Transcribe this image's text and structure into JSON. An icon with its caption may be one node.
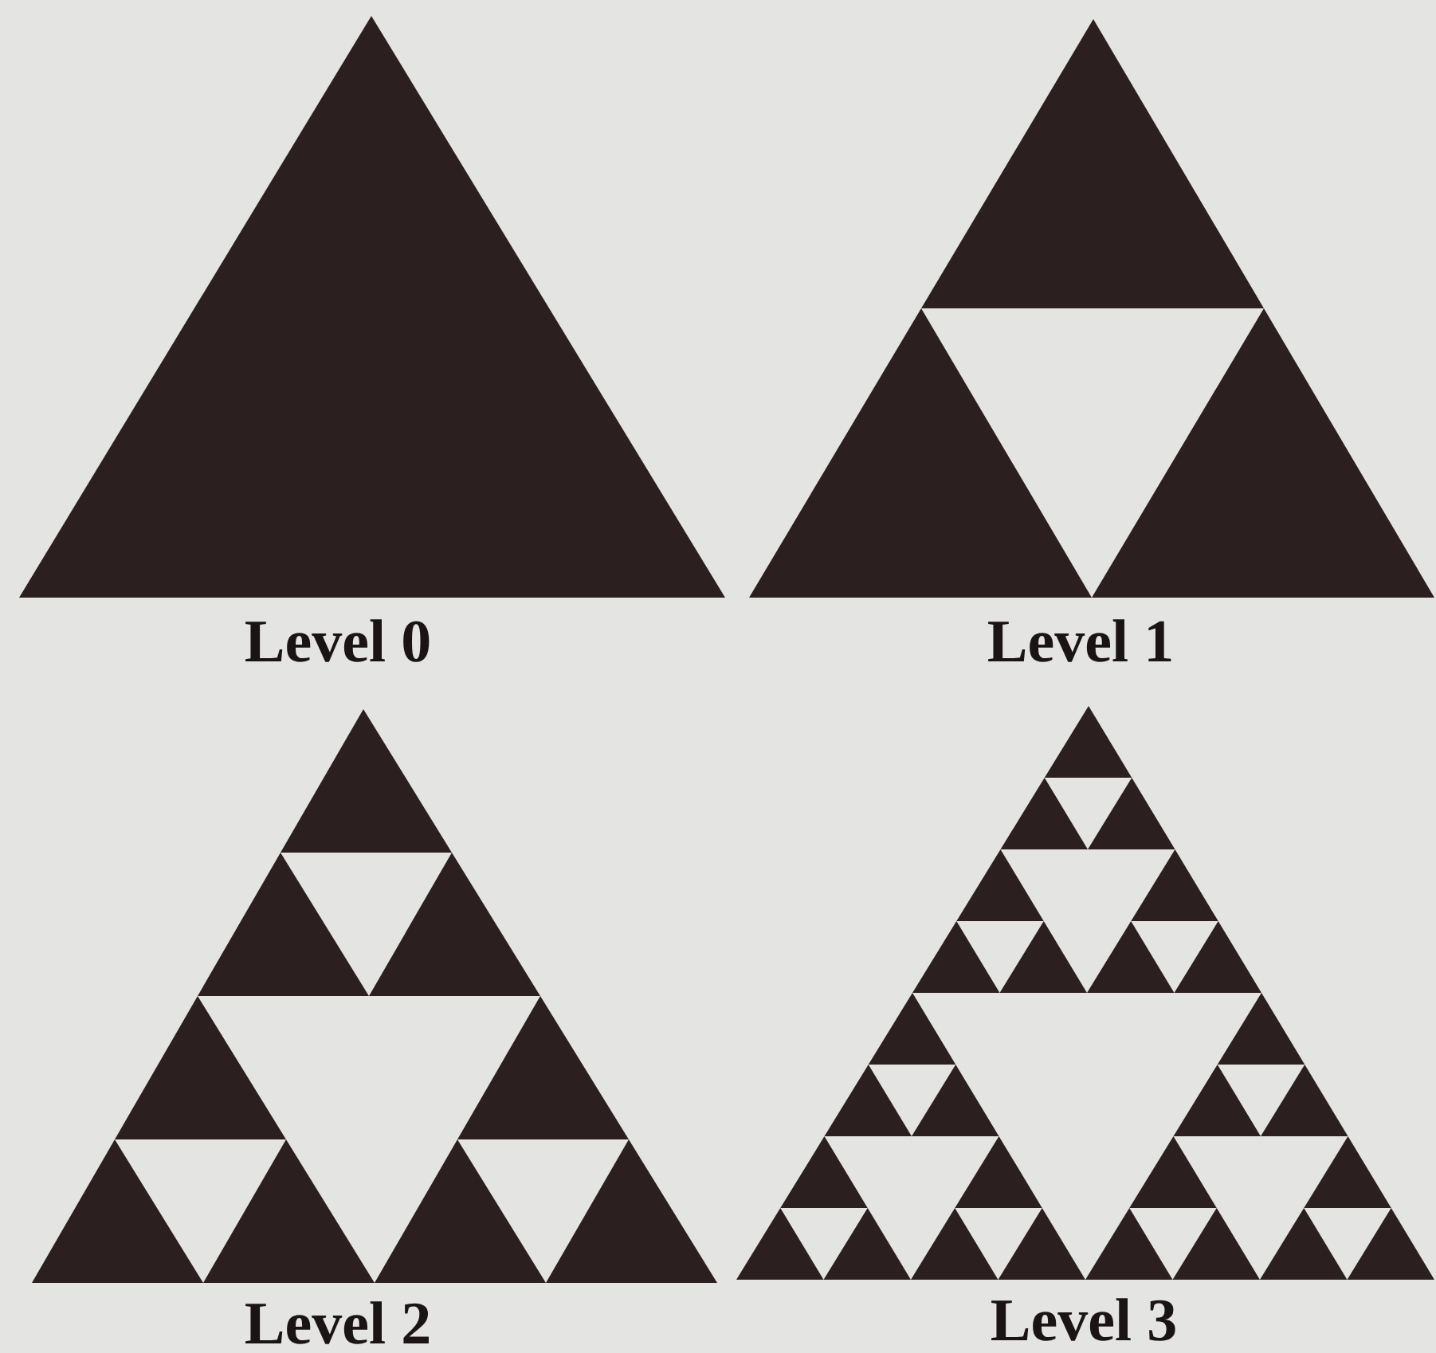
{
  "diagram": {
    "labels": [
      "Level 0",
      "Level 1",
      "Level 2",
      "Level 3"
    ]
  }
}
